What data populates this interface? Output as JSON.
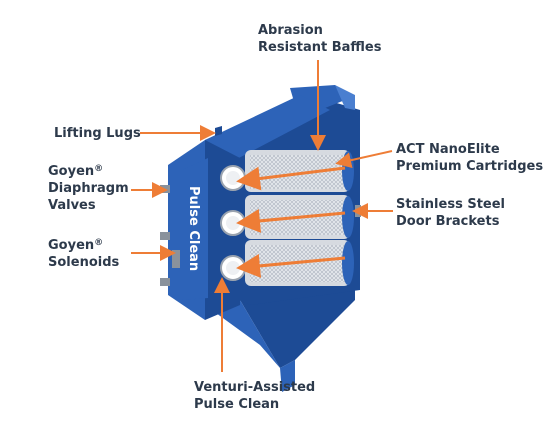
{
  "colors": {
    "housing": "#2d63b8",
    "housing_dark": "#1d4b95",
    "housing_light": "#4a7fd0",
    "cartridge": "#c7ccd4",
    "arrow": "#ee7d36",
    "text": "#2d3a4b"
  },
  "labels": {
    "baffles": {
      "line1": "Abrasion",
      "line2": "Resistant Baffles"
    },
    "lifting_lugs": {
      "line1": "Lifting Lugs"
    },
    "cartridges": {
      "line1": "ACT NanoElite",
      "line2": "Premium Cartridges"
    },
    "diaphragm_valves": {
      "line1": "Goyen",
      "line1_mark": "®",
      "line2": "Diaphragm",
      "line3": "Valves"
    },
    "door_brackets": {
      "line1": "Stainless Steel",
      "line2": "Door Brackets"
    },
    "solenoids": {
      "line1": "Goyen",
      "line1_mark": "®",
      "line2": "Solenoids"
    },
    "venturi": {
      "line1": "Venturi-Assisted",
      "line2": "Pulse Clean"
    }
  },
  "housing_text": "Pulse Clean",
  "icons": [
    "flow-arrow-icon"
  ]
}
